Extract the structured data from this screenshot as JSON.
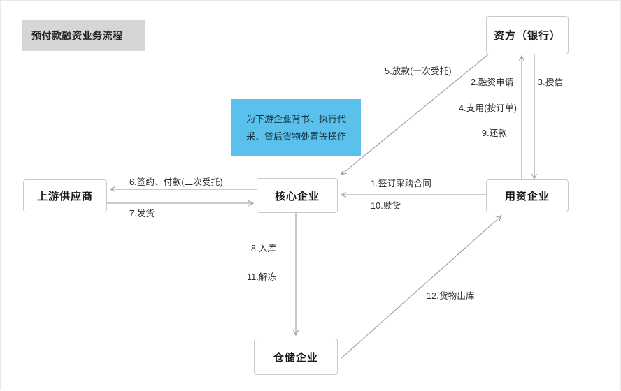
{
  "diagram": {
    "title": "预付款融资业务流程",
    "note": "为下游企业背书、执行代采、贷后货物处置等操作",
    "colors": {
      "title_background": "#d6d6d6",
      "note_background": "#5bc0eb",
      "node_border": "#c9c9c9",
      "node_background": "#ffffff",
      "edge_line": "#9a9a9a",
      "text": "#1a1a1a"
    },
    "nodes": [
      {
        "id": "funder",
        "label": "资方（银行）"
      },
      {
        "id": "supplier",
        "label": "上游供应商"
      },
      {
        "id": "core",
        "label": "核心企业"
      },
      {
        "id": "borrower",
        "label": "用资企业"
      },
      {
        "id": "warehouse",
        "label": "仓储企业"
      }
    ],
    "edges": [
      {
        "step": 1,
        "label": "1.签订采购合同",
        "from": "borrower",
        "to": "core"
      },
      {
        "step": 2,
        "label": "2.融资申请",
        "from": "borrower",
        "to": "funder"
      },
      {
        "step": 3,
        "label": "3.授信",
        "from": "funder",
        "to": "borrower"
      },
      {
        "step": 4,
        "label": "4.支用(按订单)",
        "from": "borrower",
        "to": "funder"
      },
      {
        "step": 5,
        "label": "5.放款(一次受托)",
        "from": "funder",
        "to": "core"
      },
      {
        "step": 6,
        "label": "6.签约、付款(二次受托)",
        "from": "core",
        "to": "supplier"
      },
      {
        "step": 7,
        "label": "7.发货",
        "from": "supplier",
        "to": "core"
      },
      {
        "step": 8,
        "label": "8.入库",
        "from": "core",
        "to": "warehouse"
      },
      {
        "step": 9,
        "label": "9.还款",
        "from": "borrower",
        "to": "funder"
      },
      {
        "step": 10,
        "label": "10.赎货",
        "from": "borrower",
        "to": "core"
      },
      {
        "step": 11,
        "label": "11.解冻",
        "from": "core",
        "to": "warehouse"
      },
      {
        "step": 12,
        "label": "12.货物出库",
        "from": "warehouse",
        "to": "borrower"
      }
    ]
  }
}
